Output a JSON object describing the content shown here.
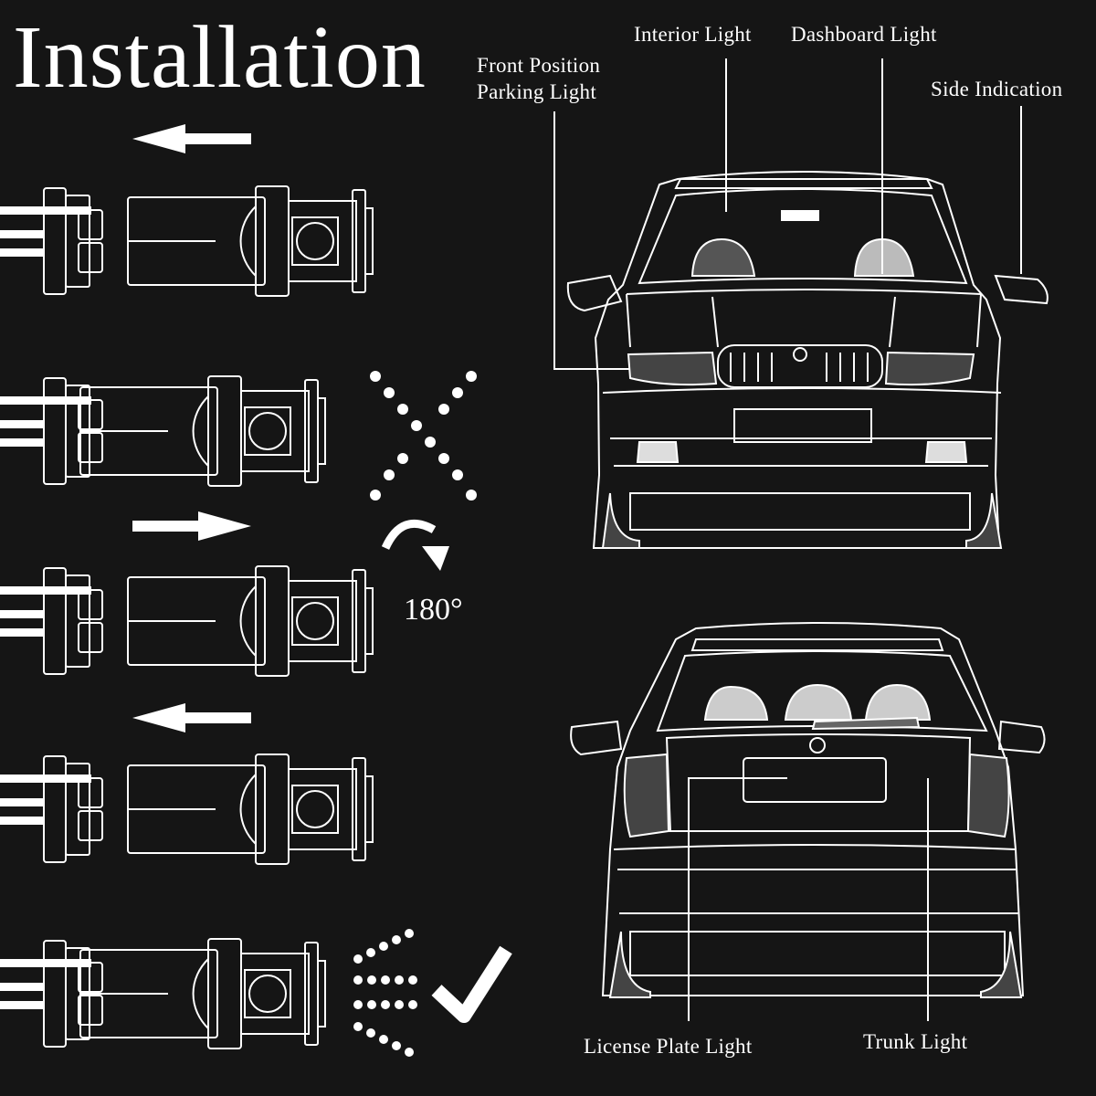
{
  "title": "Installation",
  "rotation_text": "180°",
  "labels": {
    "front_position_line1": "Front Position",
    "front_position_line2": "Parking Light",
    "interior": "Interior Light",
    "dashboard": "Dashboard Light",
    "side": "Side Indication",
    "license": "License Plate Light",
    "trunk": "Trunk Light"
  },
  "icons": {
    "arrow_left": "arrow-left-icon",
    "arrow_right": "arrow-right-icon",
    "cross": "cross-icon",
    "check": "check-icon",
    "rotate": "rotate-arrow-icon",
    "light": "light-rays-icon"
  },
  "colors": {
    "background": "#151515",
    "foreground": "#ffffff"
  }
}
